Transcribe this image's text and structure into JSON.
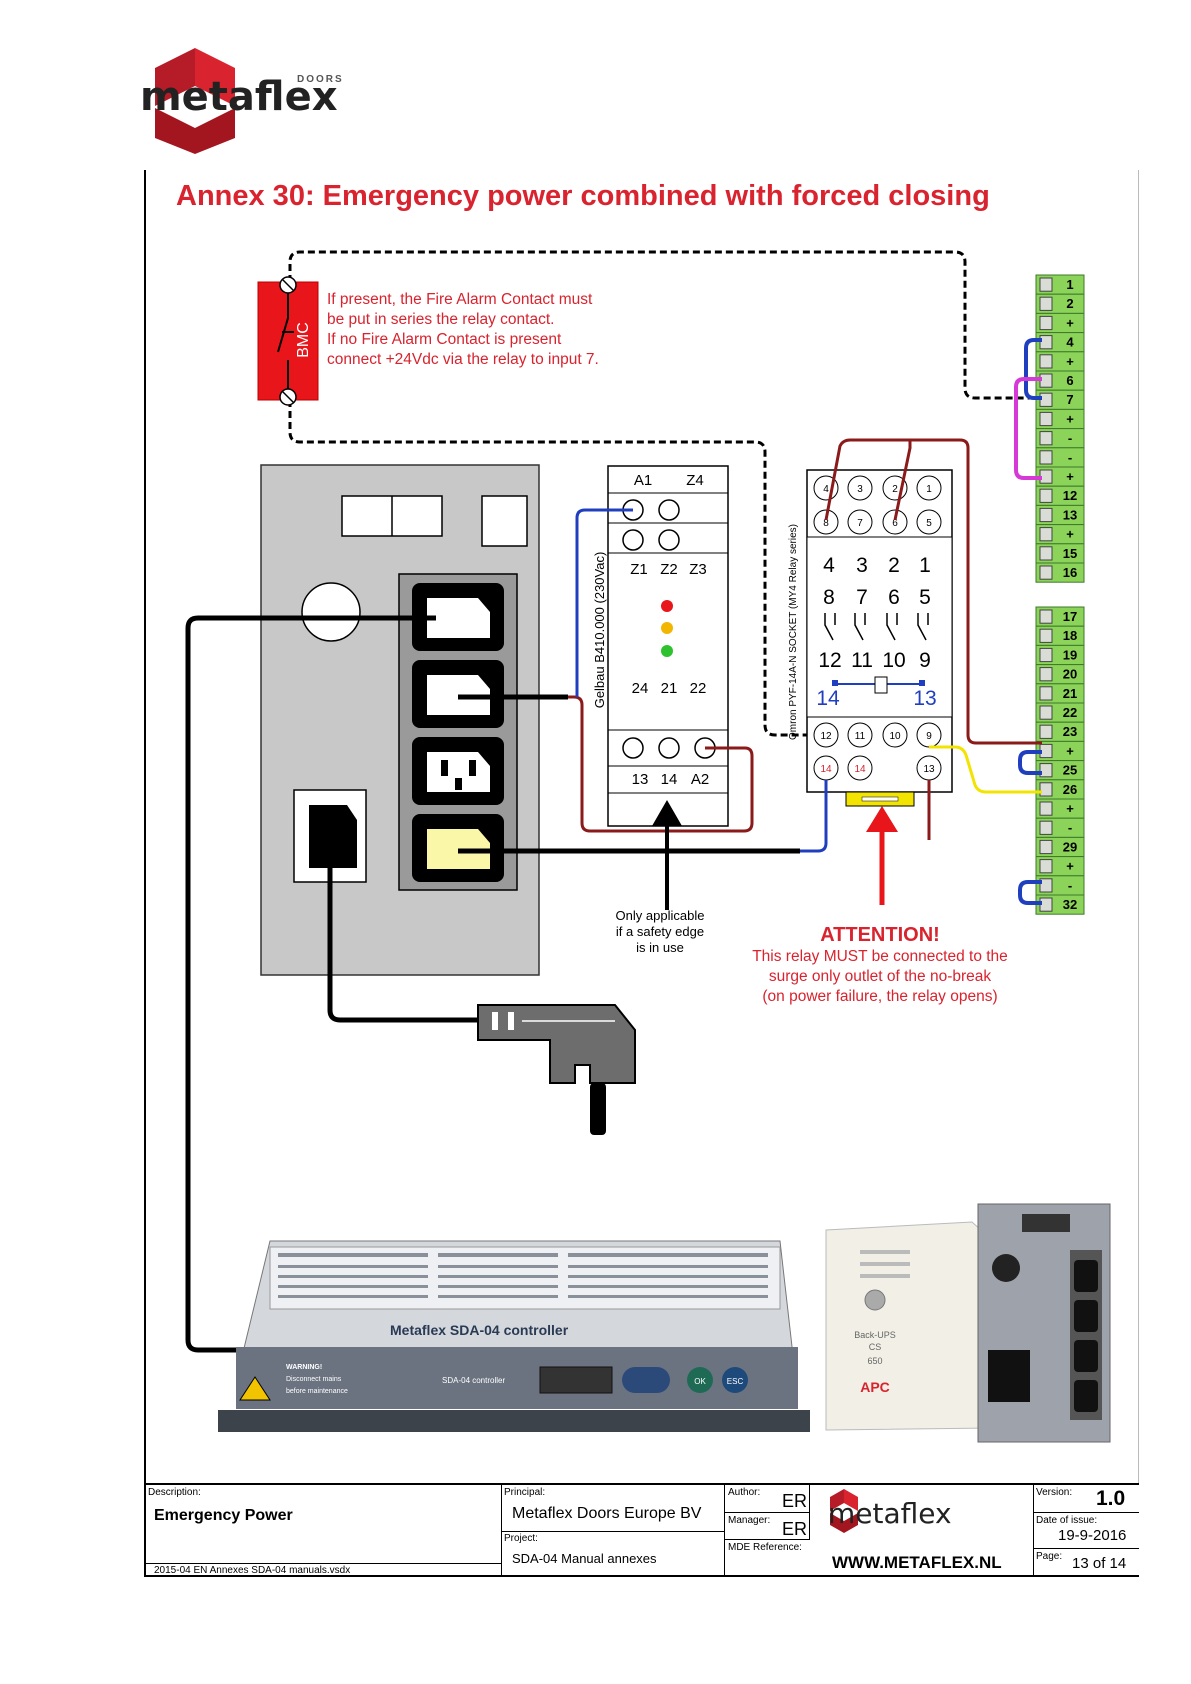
{
  "logo": {
    "brand": "metaflex",
    "sub": "DOORS"
  },
  "title": "Annex 30: Emergency power combined with forced closing",
  "fire_alarm": {
    "label": "BMC",
    "note": [
      "If present, the Fire Alarm Contact must",
      "be put in series the relay contact.",
      "If no Fire Alarm Contact is present",
      "connect +24Vdc via the relay to input 7."
    ]
  },
  "gelbau": {
    "label": "Gelbau B410.000 (230Vac)",
    "top": [
      "A1",
      "Z4"
    ],
    "mid": [
      "Z1",
      "Z2",
      "Z3"
    ],
    "low": [
      "24",
      "21",
      "22"
    ],
    "bottom": [
      "13",
      "14",
      "A2"
    ]
  },
  "relay": {
    "label": "Omron PYF-14A-N SOCKET (MY4 Relay series)",
    "row1": [
      "4",
      "3",
      "2",
      "1"
    ],
    "row2": [
      "8",
      "7",
      "6",
      "5"
    ],
    "contacts_top": [
      "4",
      "3",
      "2",
      "1"
    ],
    "contacts_mid": [
      "8",
      "7",
      "6",
      "5"
    ],
    "contacts_bottom": [
      "12",
      "11",
      "10",
      "9"
    ],
    "coil": [
      "14",
      "13"
    ],
    "row3": [
      "12",
      "11",
      "10",
      "9"
    ],
    "row4": [
      "14",
      "14",
      "13"
    ]
  },
  "terminals_a": [
    "1",
    "2",
    "+",
    "4",
    "+",
    "6",
    "7",
    "+",
    "-",
    "-",
    "+",
    "12",
    "13",
    "+",
    "15",
    "16"
  ],
  "terminals_b": [
    "17",
    "18",
    "19",
    "20",
    "21",
    "22",
    "23",
    "+",
    "25",
    "26",
    "+",
    "-",
    "29",
    "+",
    "-",
    "32"
  ],
  "safety_note": [
    "Only applicable",
    "if a safety edge",
    "is in use"
  ],
  "attention": {
    "heading": "ATTENTION!",
    "lines": [
      "This relay MUST be connected to the",
      "surge only outlet of the no-break",
      "(on power failure, the relay opens)"
    ]
  },
  "controller": {
    "name": "Metaflex SDA-04 controller",
    "warning": [
      "WARNING!",
      "Disconnect mains",
      "before maintenance"
    ],
    "buttons": [
      "OK",
      "ESC"
    ],
    "badge": "SDA-04 controller"
  },
  "ups": {
    "model": "Back-UPS",
    "model2": "CS",
    "model3": "650",
    "brand": "APC"
  },
  "footer": {
    "description_label": "Description:",
    "description": "Emergency Power",
    "file": "2015-04 EN Annexes SDA-04 manuals.vsdx",
    "principal_label": "Principal:",
    "principal": "Metaflex Doors Europe BV",
    "project_label": "Project:",
    "project": "SDA-04 Manual annexes",
    "author_label": "Author:",
    "author": "ER",
    "manager_label": "Manager:",
    "manager": "ER",
    "mde_label": "MDE Reference:",
    "brand": "metaflex",
    "website": "WWW.METAFLEX.NL",
    "version_label": "Version:",
    "version": "1.0",
    "date_label": "Date of issue:",
    "date": "19-9-2016",
    "page_label": "Page:",
    "page": "13 of 14"
  },
  "colors": {
    "brand_red": "#d9232e",
    "terminal_green": "#8cd35a",
    "wire_blue": "#1f3fbf",
    "wire_red": "#8b1a1a",
    "wire_magenta": "#d63ad6",
    "wire_yellow": "#f2e400"
  }
}
